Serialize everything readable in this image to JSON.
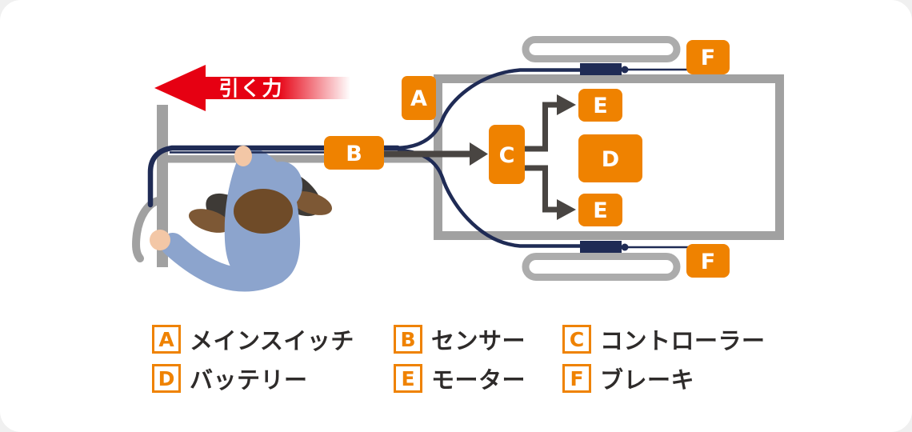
{
  "diagram": {
    "pull_force_label": "引く力",
    "nodes": {
      "A": "A",
      "B": "B",
      "C": "C",
      "D": "D",
      "E": "E",
      "F": "F"
    },
    "colors": {
      "accent_orange": "#EF8200",
      "wire_navy": "#1F2B55",
      "force_red": "#E60012",
      "frame_gray": "#A1A1A1",
      "arrow_dark_gray": "#494542"
    }
  },
  "legend": {
    "items": [
      {
        "letter": "A",
        "label": "メインスイッチ"
      },
      {
        "letter": "B",
        "label": "センサー"
      },
      {
        "letter": "C",
        "label": "コントローラー"
      },
      {
        "letter": "D",
        "label": "バッテリー"
      },
      {
        "letter": "E",
        "label": "モーター"
      },
      {
        "letter": "F",
        "label": "ブレーキ"
      }
    ]
  }
}
